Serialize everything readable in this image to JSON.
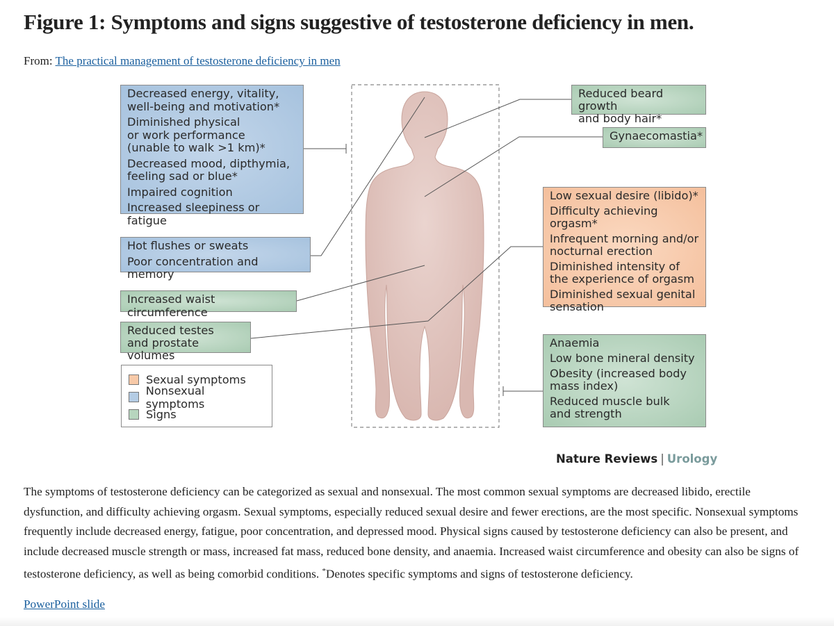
{
  "title": "Figure 1: Symptoms and signs suggestive of testosterone deficiency in men.",
  "from_label": "From:",
  "from_link": "The practical management of testosterone deficiency in men",
  "boxes": {
    "left_top": [
      "Decreased energy, vitality,\nwell-being and motivation*",
      "Diminished physical\nor work performance\n(unable to walk >1 km)*",
      "Decreased mood, dipthymia,\nfeeling sad or blue*",
      "Impaired cognition",
      "Increased sleepiness or fatigue"
    ],
    "left_mid": [
      "Hot flushes or sweats",
      "Poor concentration and memory"
    ],
    "waist": "Increased waist circumference",
    "testes": "Reduced testes\nand prostate volumes",
    "beard": "Reduced beard growth\nand body hair*",
    "gynae": "Gynaecomastia*",
    "sexual": [
      "Low sexual desire (libido)*",
      "Difficulty achieving orgasm*",
      "Infrequent morning and/or\nnocturnal erection",
      "Diminished intensity of\nthe experience of orgasm",
      "Diminished sexual genital\nsensation"
    ],
    "signs": [
      "Anaemia",
      "Low bone mineral density",
      "Obesity (increased body\nmass index)",
      "Reduced muscle bulk\nand strength"
    ]
  },
  "legend": [
    {
      "label": "Sexual symptoms",
      "color": "#f7c9a8"
    },
    {
      "label": "Nonsexual symptoms",
      "color": "#b4cce4"
    },
    {
      "label": "Signs",
      "color": "#b7d5be"
    }
  ],
  "credit": {
    "publisher": "Nature Reviews",
    "journal": "Urology"
  },
  "caption": "The symptoms of testosterone deficiency can be categorized as sexual and nonsexual. The most common sexual symptoms are decreased libido, erectile dysfunction, and difficulty achieving orgasm. Sexual symptoms, especially reduced sexual desire and fewer erections, are the most specific. Nonsexual symptoms frequently include decreased energy, fatigue, poor concentration, and depressed mood. Physical signs caused by testosterone deficiency can also be present, and include decreased muscle strength or mass, increased fat mass, reduced bone density, and anaemia. Increased waist circumference and obesity can also be signs of testosterone deficiency, as well as being comorbid conditions.",
  "caption_mark": "*",
  "caption_tail": "Denotes specific symptoms and signs of testosterone deficiency.",
  "ppt_link": "PowerPoint slide"
}
